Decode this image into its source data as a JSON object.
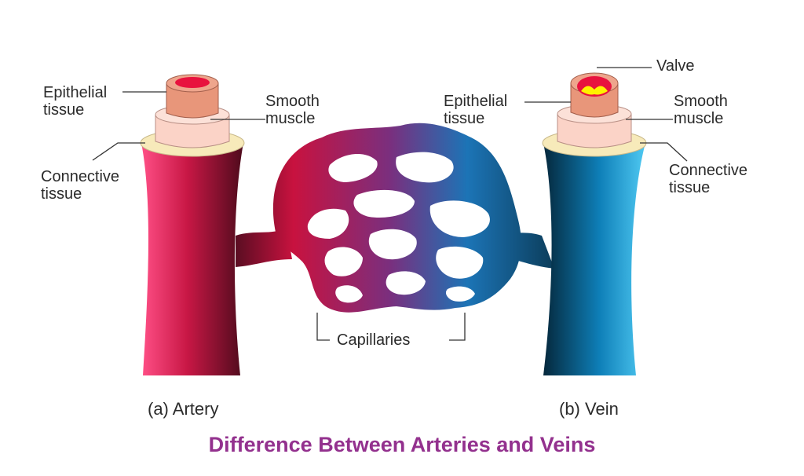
{
  "title": "Difference Between Arteries and Veins",
  "artery": {
    "caption": "(a) Artery",
    "labels": {
      "epithelial": "Epithelial\ntissue",
      "smooth": "Smooth\nmuscle",
      "connective": "Connective\ntissue"
    }
  },
  "vein": {
    "caption": "(b) Vein",
    "labels": {
      "valve": "Valve",
      "epithelial": "Epithelial\ntissue",
      "smooth": "Smooth\nmuscle",
      "connective": "Connective\ntissue"
    }
  },
  "capillaries": {
    "label": "Capillaries"
  },
  "colors": {
    "title": "#93318e",
    "artery_dark": "#4e0b1c",
    "artery_mid": "#b0133c",
    "artery_light": "#ff4f86",
    "vein_dark": "#05283c",
    "vein_mid": "#0e7fb8",
    "vein_light": "#4fc9f2",
    "epithelial": "#e8967a",
    "smooth_muscle": "#fbd3c7",
    "connective": "#f7eaba",
    "lumen": "#e8123e",
    "valve": "#fff200"
  }
}
